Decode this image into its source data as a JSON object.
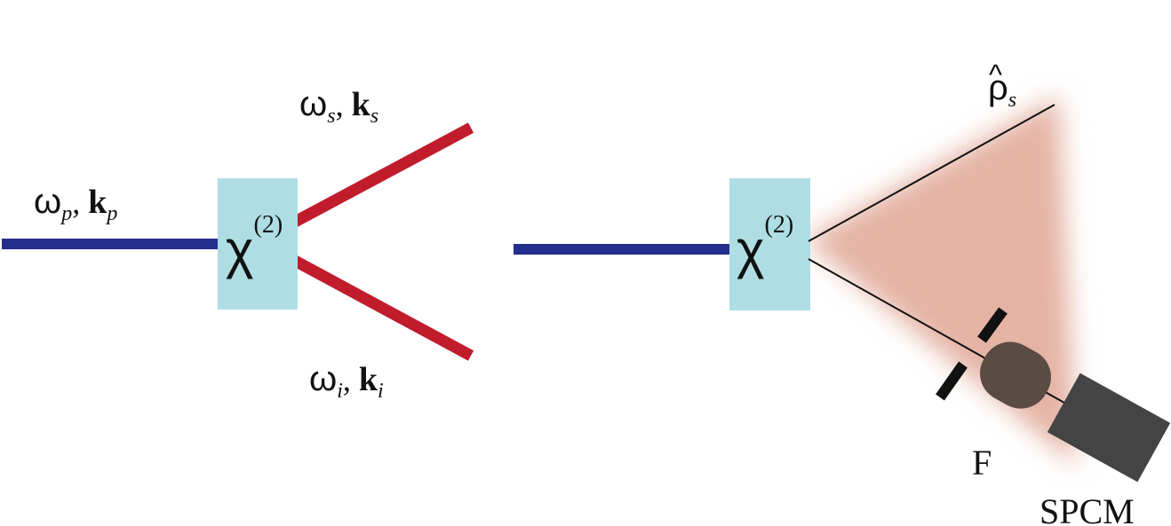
{
  "colors": {
    "pump": "#242e8c",
    "beams": "#c01c2c",
    "crystal": "#aedee3",
    "glow": "#e5b3a4",
    "filter": "#5a4b43",
    "detector": "#444444",
    "line": "#111111"
  },
  "left_setup": {
    "crystal": {
      "chi": "χ",
      "order": "(2)"
    },
    "pump_label": {
      "omega": "ω",
      "omega_sub": "p",
      "sep": ", ",
      "k": "k",
      "k_sub": "p"
    },
    "signal_label": {
      "omega": "ω",
      "omega_sub": "s",
      "sep": ", ",
      "k": "k",
      "k_sub": "s"
    },
    "idler_label": {
      "omega": "ω",
      "omega_sub": "i",
      "sep": ", ",
      "k": "k",
      "k_sub": "i"
    }
  },
  "right_setup": {
    "crystal": {
      "chi": "χ",
      "order": "(2)"
    },
    "state_label": {
      "symbol": "ρ",
      "hat": "^",
      "sub": "s"
    },
    "filter_label": "F",
    "detector_label": "SPCM"
  }
}
